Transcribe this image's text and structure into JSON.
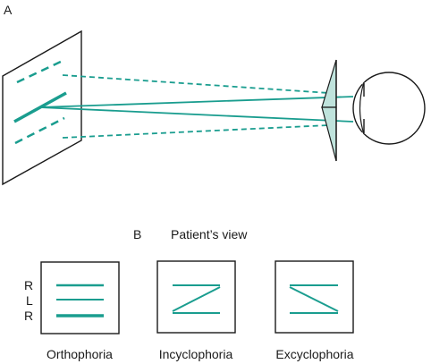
{
  "panel_a": {
    "label": "A"
  },
  "panel_b": {
    "label": "B",
    "heading": "Patient’s view",
    "eye_labels": [
      "R",
      "L",
      "R"
    ],
    "boxes": [
      {
        "caption": "Orthophoria"
      },
      {
        "caption": "Incyclophoria"
      },
      {
        "caption": "Excyclophoria"
      }
    ]
  },
  "colors": {
    "line_color": "#1a9d8f",
    "prism_fill": "#bfe3dc",
    "outline": "#1a1a1a"
  }
}
